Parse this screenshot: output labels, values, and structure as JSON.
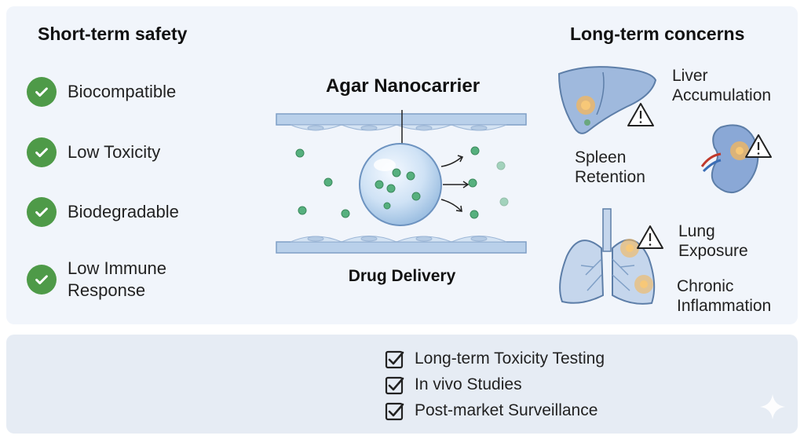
{
  "short_term": {
    "title": "Short-term safety",
    "items": [
      {
        "label": "Biocompatible"
      },
      {
        "label": "Low Toxicity"
      },
      {
        "label": "Biodegradable"
      },
      {
        "label": "Low Immune\nResponse"
      }
    ]
  },
  "center": {
    "title": "Agar Nanocarrier",
    "subtitle": "Drug Delivery"
  },
  "long_term": {
    "title": "Long-term concerns",
    "liver": "Liver\nAccumulation",
    "spleen": "Spleen\nRetention",
    "lung": "Lung\nExposure",
    "inflammation": "Chronic\nInflammation"
  },
  "actions": {
    "items": [
      {
        "label": "Long-term Toxicity Testing"
      },
      {
        "label": "In vivo Studies"
      },
      {
        "label": "Post-market Surveillance"
      }
    ]
  },
  "colors": {
    "check_green": "#4e9a48",
    "vessel_blue": "#a9c4e4",
    "particle_green": "#56b07e",
    "organ_blue": "#9fb9dd",
    "hotspot_orange": "#f5b75a"
  }
}
